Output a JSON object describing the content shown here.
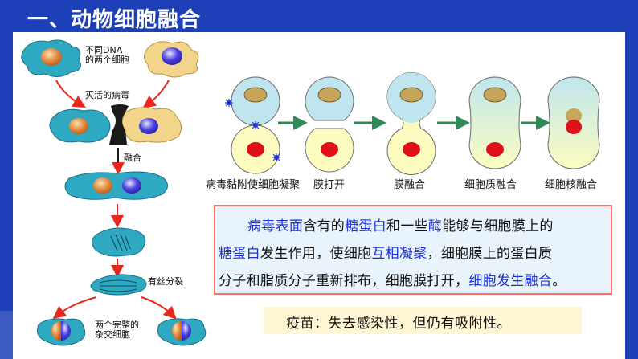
{
  "header": {
    "title": "一、动物细胞融合"
  },
  "left_diagram": {
    "label_dna": "不同DNA",
    "label_two_cells": "的两个细胞",
    "label_virus": "灭活的病毒",
    "label_fusion": "融合",
    "label_mitosis": "有丝分裂",
    "label_complete": "两个完整的",
    "label_hybrid": "杂交细胞"
  },
  "stages": [
    {
      "label": "病毒黏附使细胞凝聚"
    },
    {
      "label": "膜打开"
    },
    {
      "label": "膜融合"
    },
    {
      "label": "细胞质融合"
    },
    {
      "label": "细胞核融合"
    }
  ],
  "explanation": {
    "line1": [
      {
        "text": "病毒表面",
        "highlight": true
      },
      {
        "text": "含有的",
        "highlight": false
      },
      {
        "text": "糖蛋白",
        "highlight": true
      },
      {
        "text": "和一些",
        "highlight": false
      },
      {
        "text": "酶",
        "highlight": true
      },
      {
        "text": "能够与细胞膜上的",
        "highlight": false
      }
    ],
    "line2": [
      {
        "text": "糖蛋白",
        "highlight": true
      },
      {
        "text": "发生作用，使细胞",
        "highlight": false
      },
      {
        "text": "互相凝聚",
        "highlight": true
      },
      {
        "text": "，细胞膜上的蛋白质",
        "highlight": false
      }
    ],
    "line3": [
      {
        "text": "分子和脂质分子重新排布，细胞膜打开，",
        "highlight": false
      },
      {
        "text": "细胞发生融合",
        "highlight": true
      },
      {
        "text": "。",
        "highlight": false
      }
    ]
  },
  "vaccine": {
    "text": "疫苗：失去感染性，但仍有吸附性。"
  },
  "colors": {
    "header_bg": "#1d3fb8",
    "highlight_text": "#1a2fd6",
    "box_border": "#ff6b6b",
    "cell_top": "#bfe6ee",
    "cell_bottom": "#fcfcc0",
    "nucleus_top": "#c7a65a",
    "nucleus_bottom": "#e0101a",
    "arrow_green": "#2e8b57",
    "arrow_red": "#e8261c",
    "cell_blue": "#2fa9c2"
  }
}
